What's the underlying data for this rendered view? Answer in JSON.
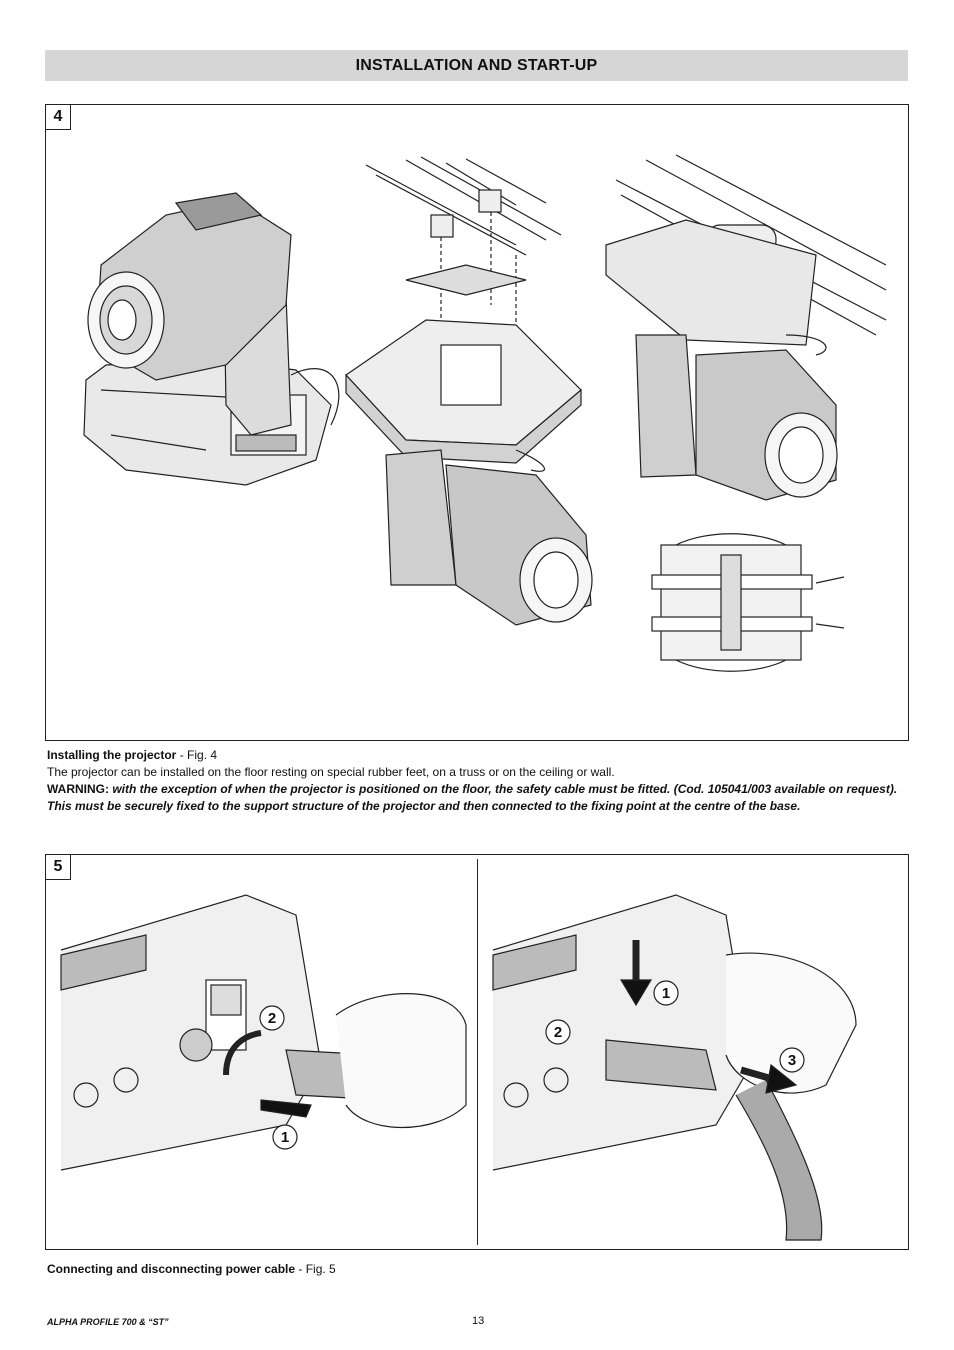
{
  "header": {
    "title": "INSTALLATION AND START-UP"
  },
  "figure4": {
    "number": "4",
    "caption_title": "Installing the projector",
    "caption_ref": " - Fig. 4",
    "body": "The projector can be installed on the floor resting on special rubber feet, on a truss or on the ceiling or wall.",
    "warning_label": "WARNING:",
    "warning_line1": " with the exception of when the projector is positioned on the floor, the safety cable must be fitted. (Cod. 105041/003 available on request).",
    "warning_line2": "This must be securely fixed to the support structure of the projector and then connected to the fixing point at the centre of the base."
  },
  "figure5": {
    "number": "5",
    "left_steps": [
      "2",
      "1"
    ],
    "right_steps": [
      "1",
      "2",
      "3"
    ],
    "caption_title": "Connecting and disconnecting power cable",
    "caption_ref": " - Fig. 5"
  },
  "footer": {
    "product": "ALPHA PROFILE 700 & “ST”",
    "page_number": "13"
  },
  "colors": {
    "header_bg": "#d6d6d6",
    "border": "#222222"
  }
}
